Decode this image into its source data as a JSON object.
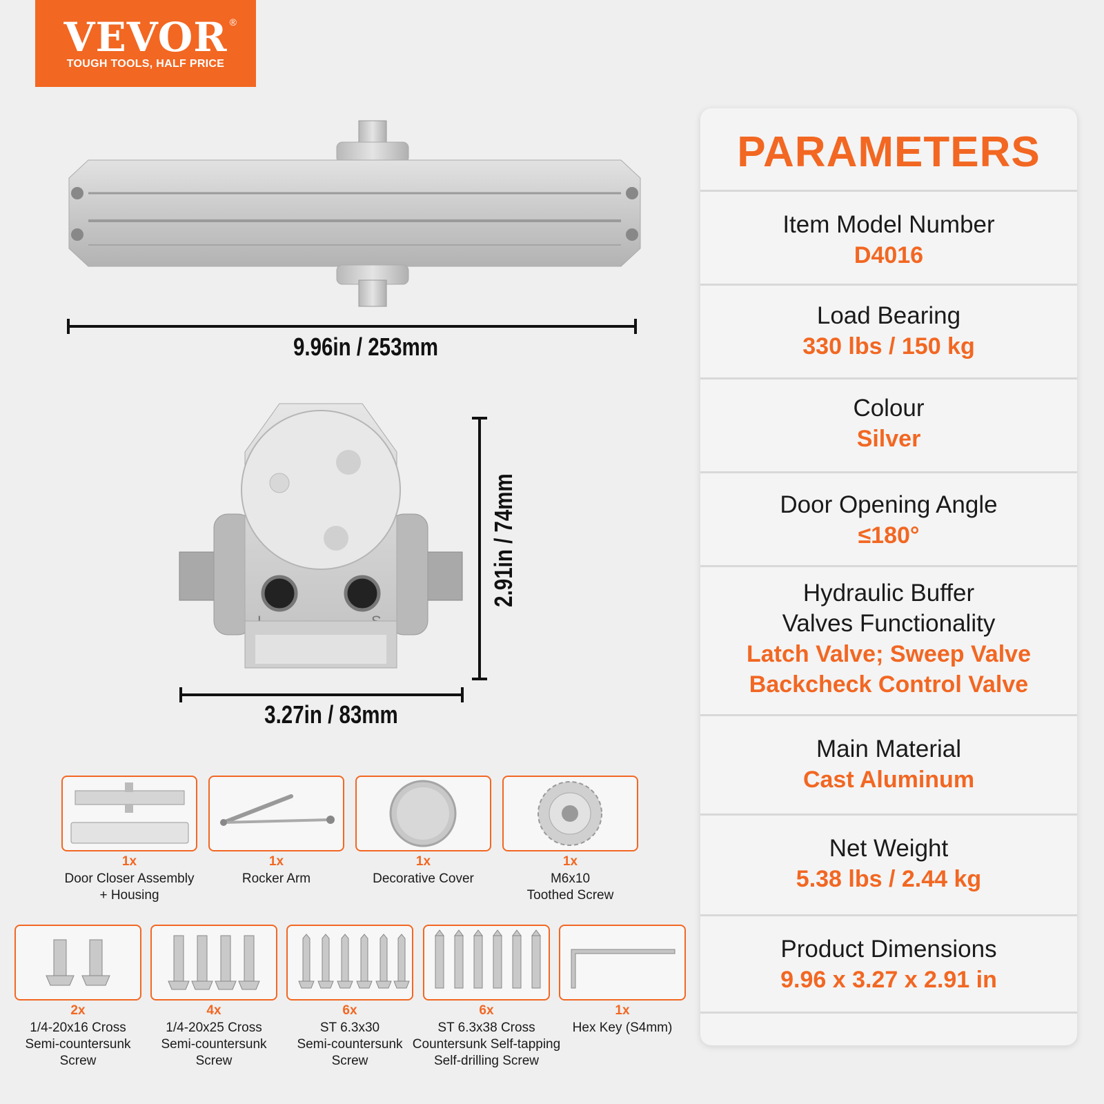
{
  "brand": {
    "name": "VEVOR",
    "registered": "®",
    "tagline": "TOUGH TOOLS, HALF PRICE",
    "color": "#f26722"
  },
  "dimensions": {
    "length": "9.96in / 253mm",
    "width": "3.27in / 83mm",
    "height": "2.91in / 74mm"
  },
  "parameters": {
    "title": "PARAMETERS",
    "items": [
      {
        "label": "Item Model Number",
        "value": "D4016"
      },
      {
        "label": "Load Bearing",
        "value": "330 lbs / 150 kg"
      },
      {
        "label": "Colour",
        "value": "Silver"
      },
      {
        "label": "Door Opening Angle",
        "value": "≤180°"
      },
      {
        "label": "Hydraulic Buffer\nValves Functionality",
        "value": "Latch Valve; Sweep Valve\nBackcheck Control Valve"
      },
      {
        "label": "Main Material",
        "value": "Cast Aluminum"
      },
      {
        "label": "Net Weight",
        "value": "5.38 lbs / 2.44 kg"
      },
      {
        "label": "Product Dimensions",
        "value": "9.96 x 3.27 x 2.91 in"
      }
    ]
  },
  "accessories": [
    {
      "qty": "1x",
      "name": "Door Closer Assembly\n+ Housing",
      "icon": "door-closer-icon"
    },
    {
      "qty": "1x",
      "name": "Rocker Arm",
      "icon": "rocker-arm-icon"
    },
    {
      "qty": "1x",
      "name": "Decorative Cover",
      "icon": "cover-icon"
    },
    {
      "qty": "1x",
      "name": "M6x10\nToothed Screw",
      "icon": "toothed-screw-icon"
    },
    {
      "qty": "2x",
      "name": "1/4-20x16 Cross\nSemi-countersunk\nScrew",
      "icon": "screw-icon"
    },
    {
      "qty": "4x",
      "name": "1/4-20x25 Cross\nSemi-countersunk\nScrew",
      "icon": "screw-icon"
    },
    {
      "qty": "6x",
      "name": "ST 6.3x30\nSemi-countersunk\nScrew",
      "icon": "screw-icon"
    },
    {
      "qty": "6x",
      "name": "ST 6.3x38 Cross\nCountersunk Self-tapping\nSelf-drilling Screw",
      "icon": "screw-icon"
    },
    {
      "qty": "1x",
      "name": "Hex Key (S4mm)",
      "icon": "hex-key-icon"
    }
  ]
}
